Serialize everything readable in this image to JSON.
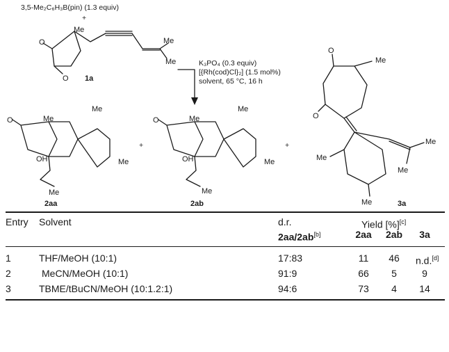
{
  "scheme": {
    "reagent_line": "3,5-Me₂C₆H₃B(pin) (1.3 equiv)",
    "plus": "+",
    "substrate_label": "1a",
    "conditions": [
      "K₃PO₄ (0.3 equiv)",
      "[{Rh(cod)Cl}₂] (1.5 mol%)",
      "solvent, 65 °C, 16 h"
    ],
    "product_labels": [
      "2aa",
      "2ab",
      "3a"
    ],
    "atoms": {
      "O": "O",
      "Me": "Me",
      "OH": "OH"
    }
  },
  "table": {
    "headers": {
      "entry": "Entry",
      "solvent": "Solvent",
      "dr": "d.r.",
      "dr_sub_a": "2aa",
      "dr_sub_b": "2ab",
      "dr_sub_note": "[b]",
      "yield": "Yield [%]",
      "yield_note": "[c]",
      "col_2aa": "2aa",
      "col_2ab": "2ab",
      "col_3a": "3a"
    },
    "rows": [
      {
        "entry": "1",
        "solvent": "THF/MeOH (10:1)",
        "dr": "17:83",
        "y2aa": "11",
        "y2ab": "46",
        "y3a": "n.d.",
        "y3a_note": "[d]"
      },
      {
        "entry": "2",
        "solvent": "MeCN/MeOH (10:1)",
        "dr": "91:9",
        "y2aa": "66",
        "y2ab": "5",
        "y3a": "9",
        "y3a_note": ""
      },
      {
        "entry": "3",
        "solvent": "TBME/tBuCN/MeOH (10:1.2:1)",
        "dr": "94:6",
        "y2aa": "73",
        "y2ab": "4",
        "y3a": "14",
        "y3a_note": ""
      }
    ]
  }
}
